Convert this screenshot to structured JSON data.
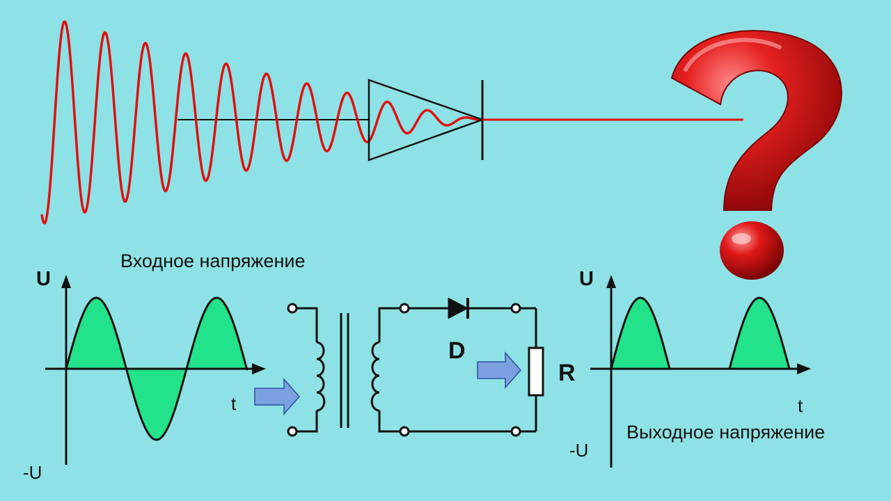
{
  "colors": {
    "background": "#8ee2e5",
    "signal": "#e01010",
    "fill": "#22e38a",
    "arrow": "#7aa0e0",
    "question": "#d81818"
  },
  "icons": {
    "question_mark": "question-mark-icon",
    "diode": "diode-icon",
    "arrow": "right-arrow-icon"
  },
  "input_plot": {
    "caption": "Входное напряжение",
    "y_label": "U",
    "y_neg_label": "-U",
    "x_label": "t"
  },
  "circuit": {
    "diode_label": "D",
    "resistor_label": "R"
  },
  "output_plot": {
    "caption": "Выходное напряжение",
    "y_label": "U",
    "y_neg_label": "-U",
    "x_label": "t"
  }
}
